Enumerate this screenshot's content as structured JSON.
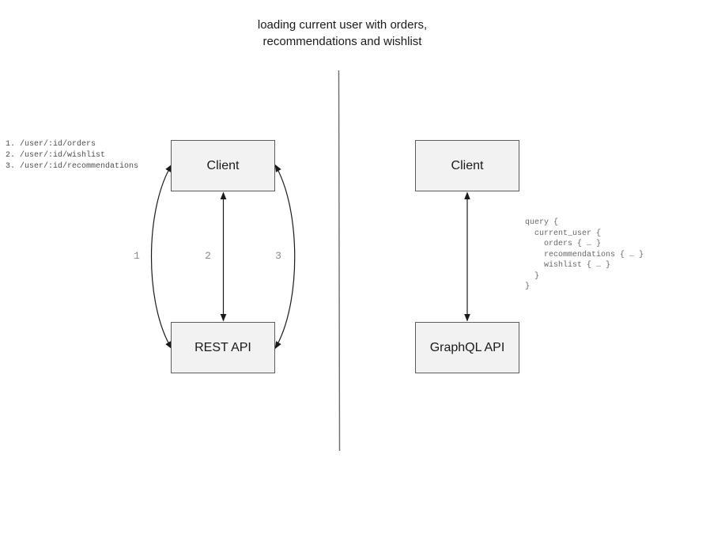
{
  "title": {
    "line1": "loading current user with orders,",
    "line2": "recommendations and wishlist"
  },
  "rest_panel": {
    "endpoints": "1. /user/:id/orders\n2. /user/:id/wishlist\n3. /user/:id/recommendations",
    "client_box": "Client",
    "api_box": "REST API",
    "arrow_labels": [
      "1",
      "2",
      "3"
    ]
  },
  "graphql_panel": {
    "client_box": "Client",
    "api_box": "GraphQL API",
    "query": "query {\n  current_user {\n    orders { … }\n    recommendations { … }\n    wishlist { … }\n  }\n}"
  },
  "colors": {
    "background": "#ffffff",
    "box_fill": "#f2f2f2",
    "box_border": "#5c5c5c",
    "box_text": "#1a1a1a",
    "title_text": "#1a1a1a",
    "arrow": "#1a1a1a",
    "endpoint_text": "#4d4d4d",
    "query_text": "#666666",
    "arrow_label": "#8a8a8a",
    "divider": "#6b6b6b"
  }
}
